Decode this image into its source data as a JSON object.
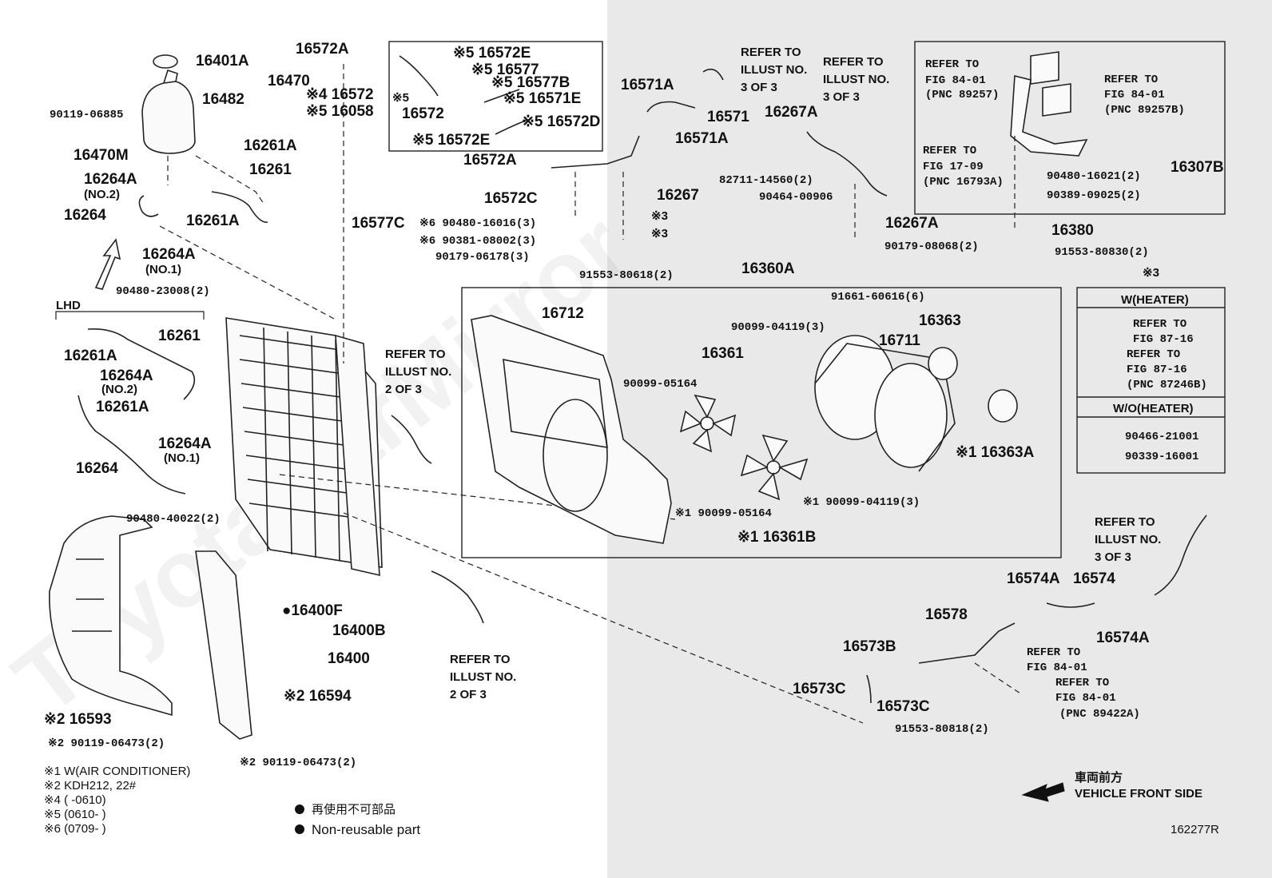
{
  "colors": {
    "background": "#ffffff",
    "shade": "#e9e9e9",
    "ink": "#111111"
  },
  "watermark": "ToyotaCarMirror",
  "figure_id": "162277R",
  "labels": [
    {
      "id": "l1",
      "text": "16401A"
    },
    {
      "id": "l2",
      "text": "16470"
    },
    {
      "id": "l3",
      "text": "16482"
    },
    {
      "id": "l4",
      "text": "90119-06885"
    },
    {
      "id": "l5",
      "text": "16470M"
    },
    {
      "id": "l6",
      "text": "16261A"
    },
    {
      "id": "l7",
      "text": "16261"
    },
    {
      "id": "l8",
      "text": "16264A"
    },
    {
      "id": "l9",
      "text": "(NO.2)"
    },
    {
      "id": "l10",
      "text": "16264"
    },
    {
      "id": "l11",
      "text": "16261A"
    },
    {
      "id": "l12",
      "text": "16264A"
    },
    {
      "id": "l13",
      "text": "(NO.1)"
    },
    {
      "id": "l14",
      "text": "90480-23008(2)"
    },
    {
      "id": "l15",
      "text": "LHD"
    },
    {
      "id": "l16",
      "text": "16261"
    },
    {
      "id": "l17",
      "text": "16261A"
    },
    {
      "id": "l18",
      "text": "16264A"
    },
    {
      "id": "l19",
      "text": "(NO.2)"
    },
    {
      "id": "l20",
      "text": "16261A"
    },
    {
      "id": "l21",
      "text": "16264A"
    },
    {
      "id": "l22",
      "text": "(NO.1)"
    },
    {
      "id": "l23",
      "text": "16264"
    },
    {
      "id": "l24",
      "text": "90480-40022(2)"
    },
    {
      "id": "l25",
      "text": "※2 16593"
    },
    {
      "id": "l26",
      "text": "※2 90119-06473(2)"
    },
    {
      "id": "l27",
      "text": "16572A"
    },
    {
      "id": "l28",
      "text": "※4 16572"
    },
    {
      "id": "l29",
      "text": "※5 16058"
    },
    {
      "id": "l30",
      "text": "※5"
    },
    {
      "id": "l31",
      "text": "16572"
    },
    {
      "id": "l32",
      "text": "※5 16572E"
    },
    {
      "id": "l33",
      "text": "※5 16577"
    },
    {
      "id": "l34",
      "text": "※5 16577B"
    },
    {
      "id": "l35",
      "text": "※5 16571E"
    },
    {
      "id": "l36",
      "text": "※5 16572D"
    },
    {
      "id": "l37",
      "text": "※5 16572E"
    },
    {
      "id": "l38",
      "text": "16572A"
    },
    {
      "id": "l39",
      "text": "16572C"
    },
    {
      "id": "l40",
      "text": "16577C"
    },
    {
      "id": "l41",
      "text": "※6 90480-16016(3)"
    },
    {
      "id": "l42",
      "text": "※6 90381-08002(3)"
    },
    {
      "id": "l43",
      "text": "90179-06178(3)"
    },
    {
      "id": "l44",
      "text": "91553-80618(2)"
    },
    {
      "id": "l45",
      "text": "16571A"
    },
    {
      "id": "l46",
      "text": "16571"
    },
    {
      "id": "l47",
      "text": "16571A"
    },
    {
      "id": "l48",
      "text": "※3"
    },
    {
      "id": "l49",
      "text": "※3"
    },
    {
      "id": "l50",
      "text": "REFER TO"
    },
    {
      "id": "l51",
      "text": "ILLUST NO."
    },
    {
      "id": "l52",
      "text": "3 OF 3"
    },
    {
      "id": "l53",
      "text": "REFER TO"
    },
    {
      "id": "l54",
      "text": "ILLUST NO."
    },
    {
      "id": "l55",
      "text": "3 OF 3"
    },
    {
      "id": "l56",
      "text": "16267A"
    },
    {
      "id": "l57",
      "text": "82711-14560(2)"
    },
    {
      "id": "l58",
      "text": "16267"
    },
    {
      "id": "l59",
      "text": "90464-00906"
    },
    {
      "id": "l60",
      "text": "16267A"
    },
    {
      "id": "l61",
      "text": "90179-08068(2)"
    },
    {
      "id": "l62",
      "text": "REFER TO"
    },
    {
      "id": "l63",
      "text": "FIG 84-01"
    },
    {
      "id": "l64",
      "text": "(PNC 89257)"
    },
    {
      "id": "l65",
      "text": "REFER TO"
    },
    {
      "id": "l66",
      "text": "FIG 84-01"
    },
    {
      "id": "l67",
      "text": "(PNC 89257B)"
    },
    {
      "id": "l68",
      "text": "REFER TO"
    },
    {
      "id": "l69",
      "text": "FIG 17-09"
    },
    {
      "id": "l70",
      "text": "(PNC 16793A)"
    },
    {
      "id": "l71",
      "text": "90480-16021(2)"
    },
    {
      "id": "l72",
      "text": "90389-09025(2)"
    },
    {
      "id": "l73",
      "text": "16307B"
    },
    {
      "id": "l74",
      "text": "16380"
    },
    {
      "id": "l75",
      "text": "91553-80830(2)"
    },
    {
      "id": "l76",
      "text": "16360A"
    },
    {
      "id": "l77",
      "text": "16712"
    },
    {
      "id": "l78",
      "text": "91661-60616(6)"
    },
    {
      "id": "l79",
      "text": "90099-04119(3)"
    },
    {
      "id": "l80",
      "text": "16363"
    },
    {
      "id": "l81",
      "text": "16711"
    },
    {
      "id": "l82",
      "text": "16361"
    },
    {
      "id": "l83",
      "text": "90099-05164"
    },
    {
      "id": "l84",
      "text": "※1 16363A"
    },
    {
      "id": "l85",
      "text": "※1 90099-05164"
    },
    {
      "id": "l86",
      "text": "※1 90099-04119(3)"
    },
    {
      "id": "l87",
      "text": "※1 16361B"
    },
    {
      "id": "l88",
      "text": "REFER TO"
    },
    {
      "id": "l89",
      "text": "ILLUST NO."
    },
    {
      "id": "l90",
      "text": "2 OF 3"
    },
    {
      "id": "l91",
      "text": "※3"
    },
    {
      "id": "l92",
      "text": "W(HEATER)"
    },
    {
      "id": "l93",
      "text": "REFER TO"
    },
    {
      "id": "l94",
      "text": "FIG 87-16"
    },
    {
      "id": "l95",
      "text": "REFER TO"
    },
    {
      "id": "l96",
      "text": "FIG 87-16"
    },
    {
      "id": "l97",
      "text": "(PNC 87246B)"
    },
    {
      "id": "l98",
      "text": "W/O(HEATER)"
    },
    {
      "id": "l99",
      "text": "90466-21001"
    },
    {
      "id": "l100",
      "text": "90339-16001"
    },
    {
      "id": "l101",
      "text": "●16400F"
    },
    {
      "id": "l102",
      "text": "16400B"
    },
    {
      "id": "l103",
      "text": "16400"
    },
    {
      "id": "l104",
      "text": "REFER TO"
    },
    {
      "id": "l105",
      "text": "ILLUST NO."
    },
    {
      "id": "l106",
      "text": "2 OF 3"
    },
    {
      "id": "l107",
      "text": "※2 16594"
    },
    {
      "id": "l108",
      "text": "※2 90119-06473(2)"
    },
    {
      "id": "l109",
      "text": "REFER TO"
    },
    {
      "id": "l110",
      "text": "ILLUST NO."
    },
    {
      "id": "l111",
      "text": "3 OF 3"
    },
    {
      "id": "l112",
      "text": "16574A"
    },
    {
      "id": "l113",
      "text": "16574"
    },
    {
      "id": "l114",
      "text": "16574A"
    },
    {
      "id": "l115",
      "text": "16578"
    },
    {
      "id": "l116",
      "text": "16573B"
    },
    {
      "id": "l117",
      "text": "16573C"
    },
    {
      "id": "l118",
      "text": "16573C"
    },
    {
      "id": "l119",
      "text": "91553-80818(2)"
    },
    {
      "id": "l120",
      "text": "REFER TO"
    },
    {
      "id": "l121",
      "text": "FIG 84-01"
    },
    {
      "id": "l122",
      "text": "REFER TO"
    },
    {
      "id": "l123",
      "text": "FIG 84-01"
    },
    {
      "id": "l124",
      "text": "(PNC 89422A)"
    },
    {
      "id": "l125",
      "text": "車両前方"
    },
    {
      "id": "l126",
      "text": "VEHICLE FRONT SIDE"
    }
  ],
  "legend_notes": [
    "※1 W(AIR CONDITIONER)",
    "※2  KDH212, 22#",
    "※4  (      -0610)",
    "※5  (0610-      )",
    "※6  (0709-      )"
  ],
  "symbol_legend": {
    "jp": "再使用不可部品",
    "en": "Non-reusable part"
  }
}
